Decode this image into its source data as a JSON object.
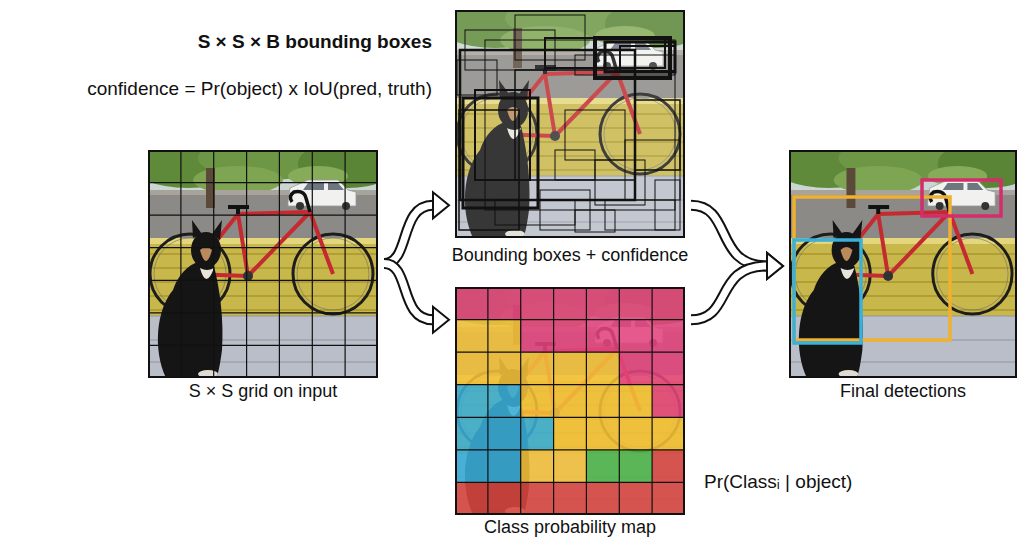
{
  "diagram": {
    "nodes": [
      {
        "text": [
          "S × S grid on input"
        ]
      },
      {
        "text": [
          "Bounding boxes + confidence"
        ]
      },
      {
        "text": [
          "Class probability map"
        ]
      },
      {
        "text": [
          "Final detections"
        ]
      }
    ],
    "edges": [
      {
        "from": 0,
        "to": 1,
        "arrow": "to"
      },
      {
        "from": 0,
        "to": 2,
        "arrow": "to"
      },
      {
        "from": 1,
        "to": 3,
        "arrow": "to"
      },
      {
        "from": 2,
        "to": 3,
        "arrow": "to"
      }
    ],
    "labels": [
      "S × S × B bounding boxes",
      "confidence = Pr(object) x IoU(pred, truth)",
      "Pr(Classᵢ | object)"
    ]
  }
}
